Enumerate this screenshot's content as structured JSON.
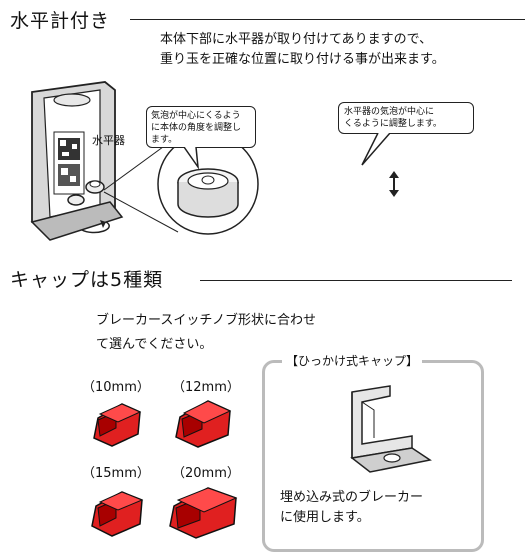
{
  "level_section": {
    "heading": "水平計付き",
    "description": [
      "本体下部に水平器が取り付けてありますので、",
      "重り玉を正確な位置に取り付ける事が出来ます。"
    ],
    "label_level": "水平器",
    "bubble_left": [
      "気泡が中心にくるよう",
      "に本体の角度を調整し",
      "ます。"
    ],
    "bubble_right": [
      "水平器の気泡が中心に",
      "くるように調整します。"
    ]
  },
  "cap_section": {
    "heading": "キャップは5種類",
    "description": [
      "ブレーカースイッチノブ形状に合わせ",
      "て選んでください。"
    ],
    "sizes": [
      "（10mm）",
      "（12mm）",
      "（15mm）",
      "（20mm）"
    ],
    "hook_cap": {
      "title": "【ひっかけ式キャップ】",
      "description": [
        "埋め込み式のブレーカー",
        "に使用します。"
      ]
    }
  },
  "colors": {
    "cap_red": "#e02020",
    "box_border": "#bbbbbb"
  }
}
